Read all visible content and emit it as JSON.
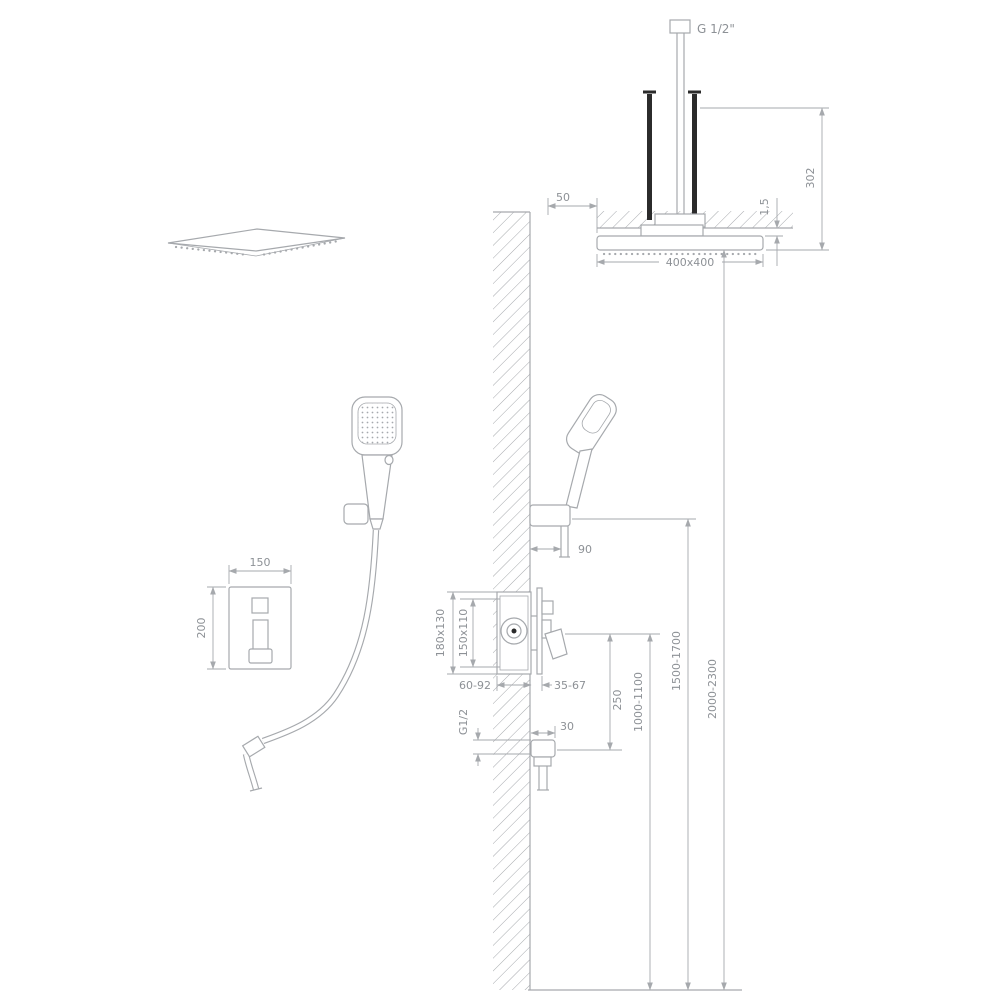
{
  "title": "Concealed shower system installation diagram",
  "colors": {
    "line": "#a6a9ad",
    "dark": "#2b2b2b",
    "text": "#8d9196",
    "bg": "#ffffff"
  },
  "dimensions": {
    "thread_top": "G 1/2\"",
    "head_offset": "50",
    "arm_length": "302",
    "ceiling_gap": "1,5",
    "head_size": "400x400",
    "hose_outlet_offset": "90",
    "rough_box_outer": "180x130",
    "rough_box_inner": "150x110",
    "mounting_depth": "60-92",
    "trim_depth": "35-67",
    "outlet_thread": "G1/2",
    "outlet_reach": "30",
    "valve_to_outlet": "250",
    "valve_height": "1000-1100",
    "holder_height": "1500-1700",
    "head_height": "2000-2300",
    "plate_width": "150",
    "plate_height": "200"
  }
}
